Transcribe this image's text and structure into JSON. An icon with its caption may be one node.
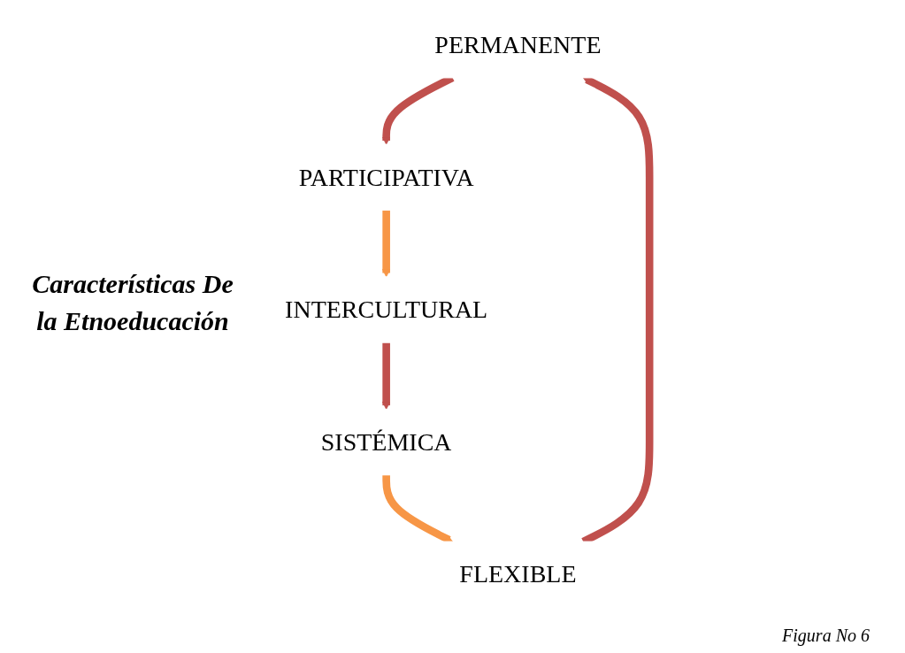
{
  "diagram": {
    "title": "Características De la Etnoeducación",
    "caption": "Figura No 6",
    "nodes": [
      {
        "text": [
          "PERMANENTE"
        ]
      },
      {
        "text": [
          "PARTICIPATIVA"
        ]
      },
      {
        "text": [
          "INTERCULTURAL"
        ]
      },
      {
        "text": [
          "SISTÉMICA"
        ]
      },
      {
        "text": [
          "FLEXIBLE"
        ]
      }
    ],
    "edges": [
      {
        "from": 0,
        "to": 1,
        "arrow": "to"
      },
      {
        "from": 1,
        "to": 2,
        "arrow": "to",
        "color": "#f79646"
      },
      {
        "from": 2,
        "to": 3,
        "arrow": "to"
      },
      {
        "from": 3,
        "to": 4,
        "arrow": "to",
        "color": "#f79646"
      },
      {
        "from": 4,
        "to": 0,
        "arrow": "to"
      }
    ]
  }
}
